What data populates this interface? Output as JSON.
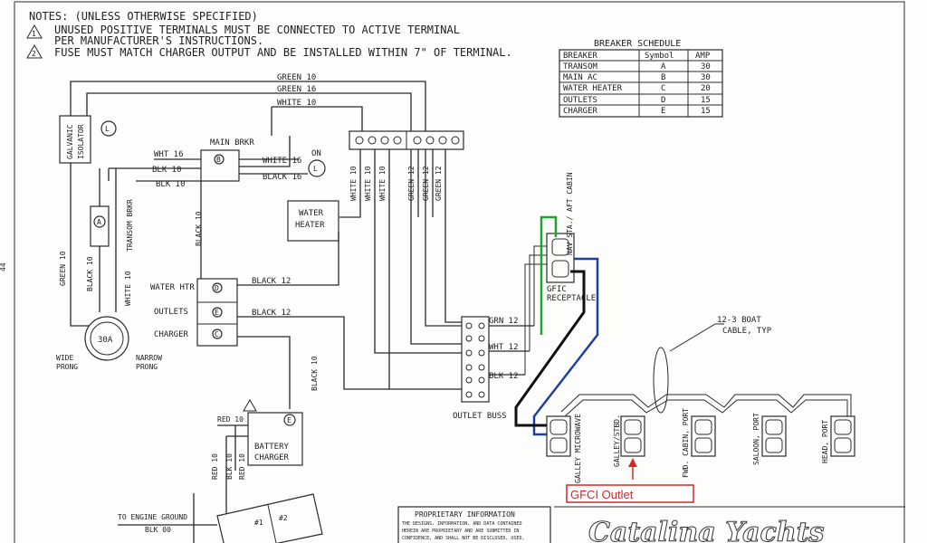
{
  "notes": {
    "heading": "NOTES: (UNLESS OTHERWISE SPECIFIED)",
    "n1_num": "1",
    "n1_line1": "UNUSED POSITIVE TERMINALS MUST BE CONNECTED TO ACTIVE TERMINAL",
    "n1_line2": "PER MANUFACTURER'S INSTRUCTIONS.",
    "n2_num": "2",
    "n2_line1": "FUSE MUST MATCH CHARGER OUTPUT AND BE INSTALLED WITHIN 7\" OF TERMINAL."
  },
  "schedule": {
    "title": "BREAKER SCHEDULE",
    "headers": [
      "BREAKER",
      "Symbol",
      "AMP"
    ],
    "rows": [
      [
        "TRANSOM",
        "A",
        "30"
      ],
      [
        "MAIN AC",
        "B",
        "30"
      ],
      [
        "WATER HEATER",
        "C",
        "20"
      ],
      [
        "OUTLETS",
        "D",
        "15"
      ],
      [
        "CHARGER",
        "E",
        "15"
      ]
    ]
  },
  "labels": {
    "green10_top": "GREEN 10",
    "green16_top": "GREEN 16",
    "white10_top": "WHITE 10",
    "galvanic": [
      "GALVANIC",
      "ISOLATOR"
    ],
    "main_brkr": "MAIN BRKR",
    "wht16": "WHT 16",
    "blk10a": "BLK 10",
    "blk10b": "BLK 10",
    "white16": "WHITE 16",
    "black16": "BLACK 16",
    "on": "ON",
    "lamp": "L",
    "water_heater": [
      "WATER",
      "HEATER"
    ],
    "transom_brkr": "TRANSOM BRKR",
    "black10_vert": "BLACK 10",
    "green10_vert": "GREEN 10",
    "black10_left": "BLACK 10",
    "white10_left": "WHITE 10",
    "water_htr": "WATER HTR",
    "outlets": "OUTLETS",
    "charger": "CHARGER",
    "black12a": "BLACK 12",
    "black12b": "BLACK 12",
    "black10_mid": "BLACK 10",
    "white10_v1": "WHITE 10",
    "white10_v2": "WHITE 10",
    "white10_v3": "WHITE 10",
    "green12_v1": "GREEN 12",
    "green12_v2": "GREEN 12",
    "green12_v3": "GREEN 12",
    "inlet_30a": "30A",
    "wide_prong": [
      "WIDE",
      "PRONG"
    ],
    "narrow_prong": [
      "NARROW",
      "PRONG"
    ],
    "sym_a": "A",
    "sym_b": "B",
    "sym_c": "C",
    "sym_d": "D",
    "sym_e": "E",
    "nav_sta": "NAV STA./ AFT CABIN",
    "gfic": [
      "GFIC",
      "RECEPTACLE"
    ],
    "grn12": "GRN 12",
    "wht12": "WHT 12",
    "blk12": "BLK 12",
    "outlet_buss": "OUTLET BUSS",
    "boat_cable": [
      "12-3 BOAT",
      "CABLE, TYP"
    ],
    "galley_microwave": "GALLEY MICROWAVE",
    "galley_stbd": "GALLEY/STBD.",
    "fwd_cabin": "FWD. CABIN, PORT",
    "saloon_port": "SALOON, PORT",
    "head_port": "HEAD, PORT",
    "gfci_outlet": "GFCI Outlet",
    "battery_charger": [
      "BATTERY",
      "CHARGER"
    ],
    "red10": "RED 10",
    "red10_v": "RED 10",
    "blk10_v": "BLK 10",
    "red10_v2": "RED 10",
    "engine_ground": "TO ENGINE GROUND",
    "blk00": "BLK 00",
    "bat1": "#1",
    "bat2": "#2",
    "proprietary_title": "PROPRIETARY INFORMATION",
    "proprietary_lines": [
      "THE DESIGNS, INFORMATION, AND DATA CONTAINED",
      "HEREIN ARE PROPRIETARY AND ARE SUBMITTED IN",
      "CONFIDENCE, AND SHALL NOT BE DISCLOSED, USED,"
    ],
    "brand": "Catalina Yachts",
    "margin_mark": "44"
  },
  "colors": {
    "hot_wire": "#111111",
    "neutral_wire": "#1f3fa0",
    "ground_wire": "#1aa530",
    "callout": "#d02a2a"
  }
}
